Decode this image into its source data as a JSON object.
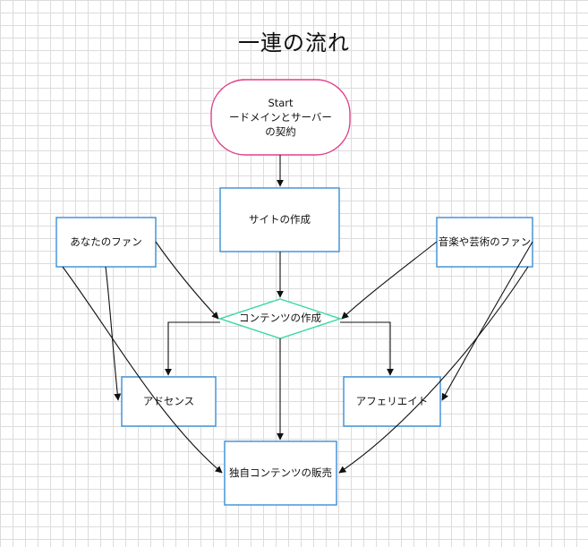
{
  "title": "一連の流れ",
  "nodes": {
    "start": {
      "line1": "Start",
      "line2": "ードメインとサーバー",
      "line3": "の契約"
    },
    "site": "サイトの作成",
    "fans_you": "あなたのファン",
    "fans_art": "音楽や芸術のファン",
    "content": "コンテンツの作成",
    "adsense": "アドセンス",
    "affiliate": "アフェリエイト",
    "sales": "独自コンテンツの販売"
  },
  "colors": {
    "start_border": "#e0408a",
    "box_border": "#3a8fd6",
    "decision_border": "#35d9a0",
    "edge": "#111111",
    "grid": "#dcdcdc"
  }
}
